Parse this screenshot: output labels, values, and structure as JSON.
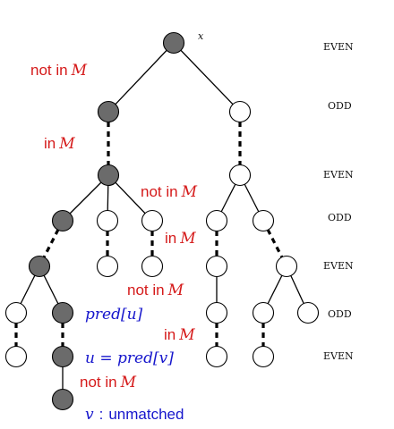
{
  "root_label": "x",
  "level_labels": [
    "EVEN",
    "ODD",
    "EVEN",
    "ODD",
    "EVEN",
    "ODD",
    "EVEN"
  ],
  "edge_labels": {
    "not_in": "not in",
    "in": "in",
    "set_symbol": "M"
  },
  "annotations": {
    "pred_u": "pred[u]",
    "u_eq_pred_v": "u = pred[v]",
    "v_symbol": "v",
    "colon": ":",
    "unmatched": "unmatched"
  },
  "colors": {
    "dark_node": "#6b6b6b",
    "light_node": "#ffffff",
    "edge_label_red": "#d51a1a",
    "path_label_blue": "#1616cc"
  }
}
